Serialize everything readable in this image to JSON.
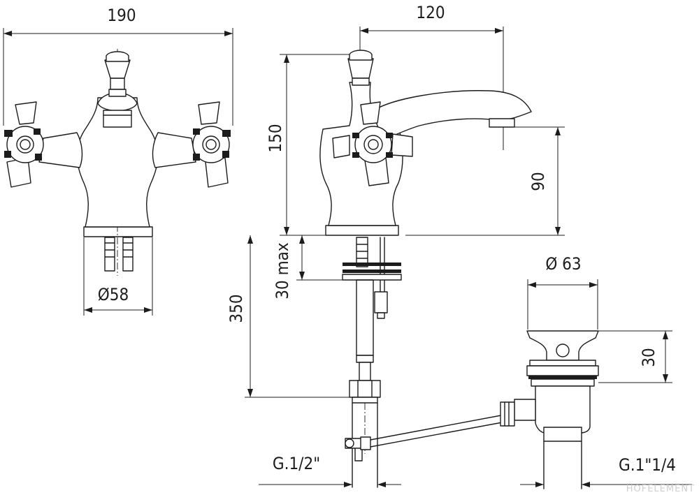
{
  "dimensions": {
    "width_total": "190",
    "spout_reach": "120",
    "height_total": "150",
    "spout_height": "90",
    "base_diameter": "Ø58",
    "deck_thickness": "30 max",
    "hose_length": "350",
    "waste_diameter": "Ø 63",
    "waste_height": "30",
    "thread_supply": "G.1/2\"",
    "thread_waste": "G.1\"1/4"
  },
  "watermark": "HOFELEMENT",
  "colors": {
    "line": "#1c1c1c",
    "background": "#ffffff",
    "watermark": "#cfcfcf"
  }
}
